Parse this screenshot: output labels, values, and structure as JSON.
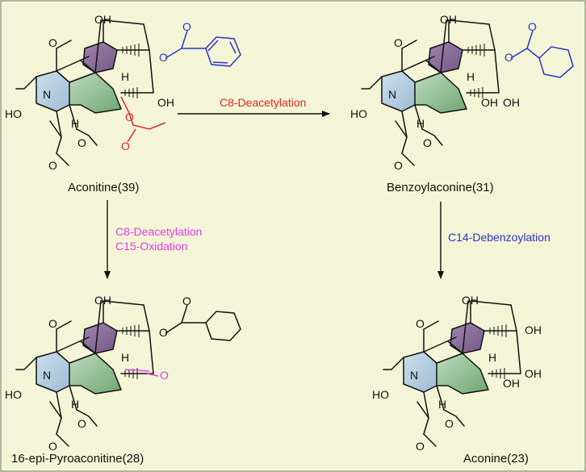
{
  "colors": {
    "background": "#f3f5d6",
    "frame": "#9aa08a",
    "red": "#e0262b",
    "blue": "#2a33c8",
    "magenta": "#e23ee0",
    "purple": "#8a6b9b",
    "green": "#7fb485",
    "lightblue": "#a8c7e2"
  },
  "compounds": [
    {
      "label": "Aconitine(39)",
      "ester8": "acetate",
      "c14": "benzoate",
      "c15": "OH"
    },
    {
      "label": "Benzoylaconine(31)",
      "ester8": "OH",
      "c14": "benzoate",
      "c15": "OH"
    },
    {
      "label": "16-epi-Pyroaconitine(28)",
      "ester8": "none",
      "c14": "benzoate",
      "c15": "ketone"
    },
    {
      "label": "Aconine(23)",
      "ester8": "OH",
      "c14": "OH",
      "c15": "OH"
    }
  ],
  "arrows": {
    "a_to_b": {
      "line1": "C8-Deacetylation",
      "line2": "",
      "color": "red"
    },
    "a_to_c": {
      "line1": "C8-Deacetylation",
      "line2": "C15-Oxidation",
      "color": "magenta"
    },
    "b_to_d": {
      "line1": "C14-Debenzoylation",
      "line2": "",
      "color": "blue"
    }
  },
  "atoms": {
    "oh": "OH",
    "o": "O",
    "n": "N",
    "h": "H",
    "ho": "HO"
  }
}
